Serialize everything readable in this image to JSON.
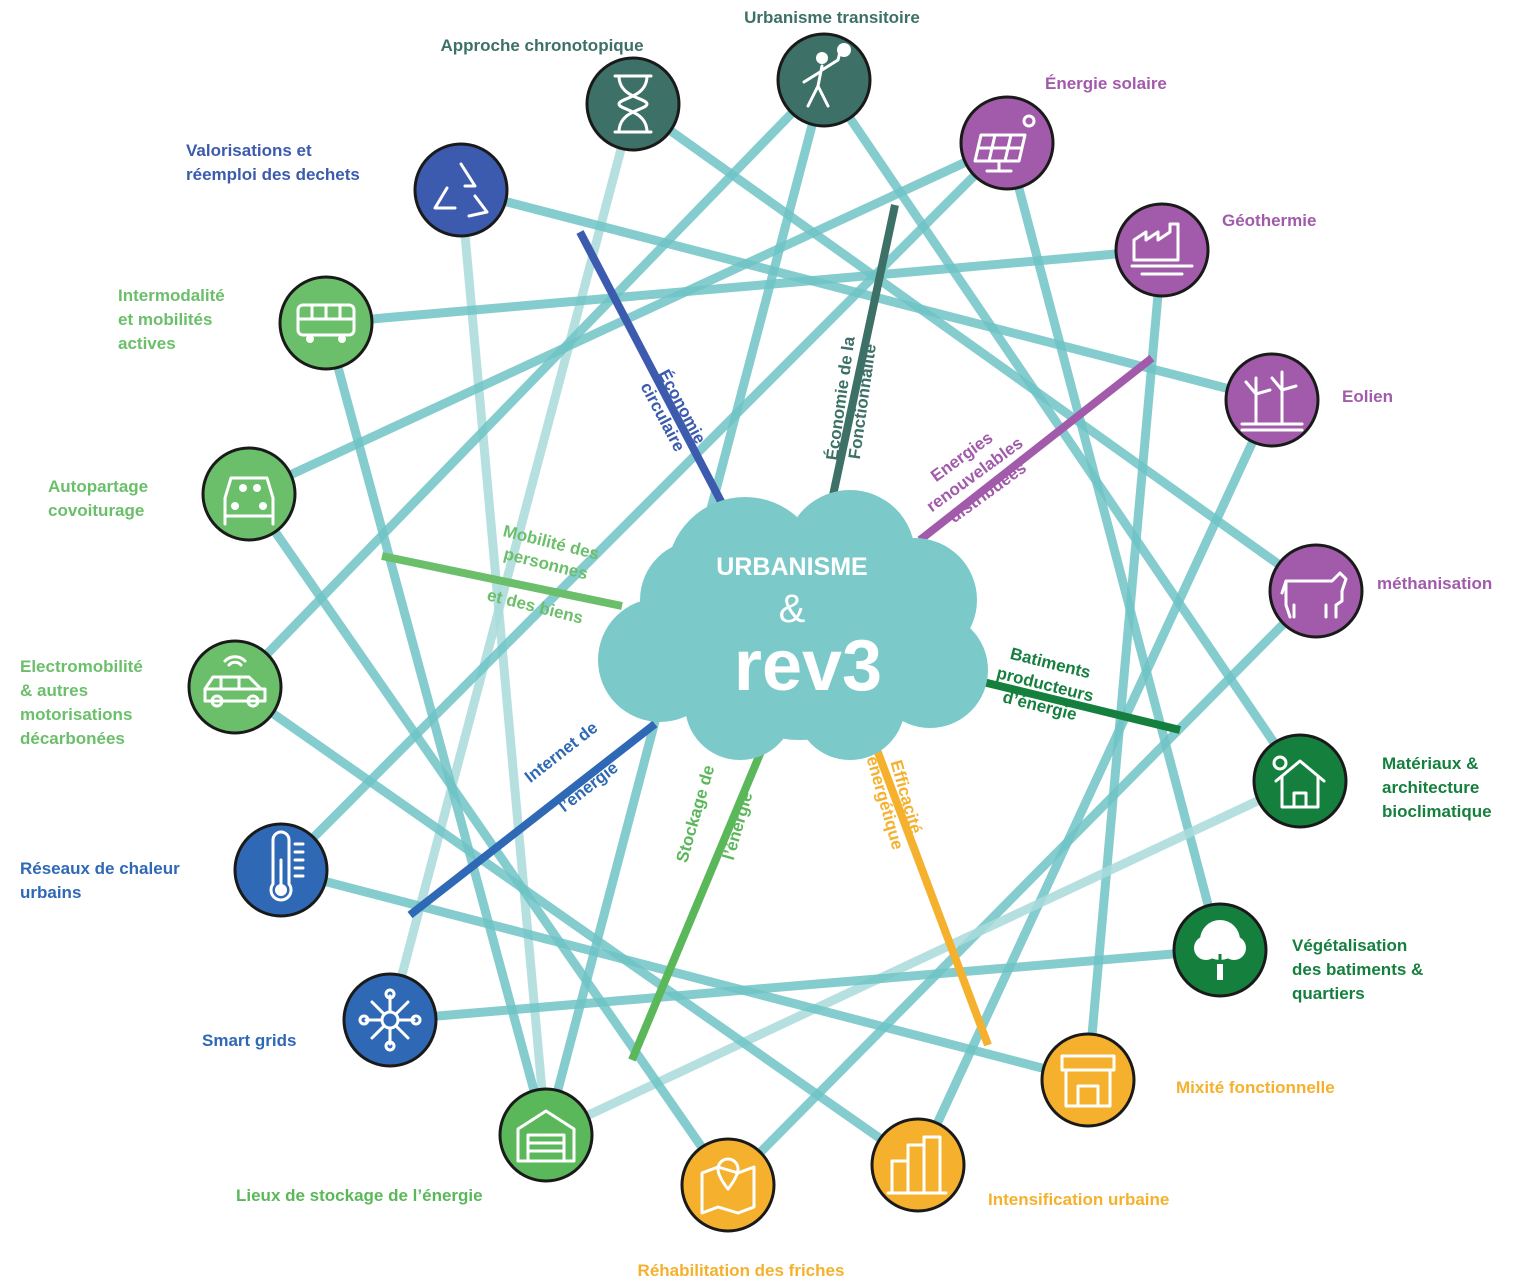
{
  "center": {
    "line1": "URBANISME",
    "line2": "&",
    "line3": "rev3",
    "cloud_color": "#7CC9CA"
  },
  "colors": {
    "connector": "#6EC3C6",
    "connector_light": "#A9DADB",
    "economy": "#3D7066",
    "economie_circulaire": "#3C5BAE",
    "energies": "#A15BAA",
    "batiments": "#157F3E",
    "efficacite": "#F5B12D",
    "stockage": "#5BB85A",
    "internet": "#2F69B5",
    "mobilite": "#6BBF6B"
  },
  "nodes": [
    {
      "id": "urbanisme-transitoire",
      "label": "Urbanisme transitoire",
      "color": "#3D7066",
      "icon": "walking-person-icon"
    },
    {
      "id": "approche-chronotopique",
      "label": "Approche chronotopique",
      "color": "#3D7066",
      "icon": "hourglass-icon"
    },
    {
      "id": "energie-solaire",
      "label": "Énergie solaire",
      "color": "#A15BAA",
      "icon": "solar-panel-icon"
    },
    {
      "id": "valorisations-dechets",
      "label": "Valorisations et\nréemploi des dechets",
      "color": "#3C5BAE",
      "icon": "recycle-icon"
    },
    {
      "id": "geothermie",
      "label": "Géothermie",
      "color": "#A15BAA",
      "icon": "geothermal-plant-icon"
    },
    {
      "id": "intermodalite",
      "label": "Intermodalité\net mobilités\nactives",
      "color": "#6BBF6B",
      "icon": "bus-icon"
    },
    {
      "id": "eolien",
      "label": "Eolien",
      "color": "#A15BAA",
      "icon": "wind-turbine-icon"
    },
    {
      "id": "autopartage",
      "label": "Autopartage\ncovoiturage",
      "color": "#6BBF6B",
      "icon": "car-front-icon"
    },
    {
      "id": "methanisation",
      "label": "méthanisation",
      "color": "#A15BAA",
      "icon": "cow-icon"
    },
    {
      "id": "electromobilite",
      "label": "Electromobilité\n& autres\nmotorisations\ndécarbonées",
      "color": "#6BBF6B",
      "icon": "electric-car-icon"
    },
    {
      "id": "materiaux",
      "label": "Matériaux &\narchitecture\nbioclimatique",
      "color": "#157F3E",
      "icon": "house-sun-icon"
    },
    {
      "id": "reseaux-chaleur",
      "label": "Réseaux de chaleur\nurbains",
      "color": "#2F69B5",
      "icon": "thermometer-icon"
    },
    {
      "id": "vegetalisation",
      "label": "Végétalisation\ndes batiments &\nquartiers",
      "color": "#157F3E",
      "icon": "tree-icon"
    },
    {
      "id": "smart-grids",
      "label": "Smart grids",
      "color": "#2F69B5",
      "icon": "network-hub-icon"
    },
    {
      "id": "mixite",
      "label": "Mixité fonctionnelle",
      "color": "#F5B12D",
      "icon": "shop-front-icon"
    },
    {
      "id": "lieux-stockage",
      "label": "Lieux de stockage de l’énergie",
      "color": "#5BB85A",
      "icon": "warehouse-icon"
    },
    {
      "id": "intensification",
      "label": "Intensification urbaine",
      "color": "#F5B12D",
      "icon": "city-buildings-icon"
    },
    {
      "id": "rehabilitation",
      "label": "Réhabilitation des friches",
      "color": "#F5B12D",
      "icon": "map-pin-icon"
    }
  ],
  "categories": [
    {
      "id": "economie-circulaire",
      "label": "Économie\ncirculaire",
      "color": "#3C5BAE"
    },
    {
      "id": "economie-fonctionnalite",
      "label": "Économie de la\nFonctionnalité",
      "color": "#3D7066"
    },
    {
      "id": "energies-renouvelables",
      "label": "Energies\nrenouvelables\ndistribuées",
      "color": "#A15BAA"
    },
    {
      "id": "mobilite",
      "label": "Mobilité des\npersonnes\n\net des biens",
      "color": "#6BBF6B"
    },
    {
      "id": "batiments",
      "label": "Batiments\nproducteurs\nd’énergie",
      "color": "#157F3E"
    },
    {
      "id": "internet-energie",
      "label": "Internet de\n\nl’énergie",
      "color": "#2F69B5"
    },
    {
      "id": "stockage",
      "label": "Stockage de\n\nl’énergie",
      "color": "#5BB85A"
    },
    {
      "id": "efficacite",
      "label": "Efficacité\nénergétique",
      "color": "#F5B12D"
    }
  ]
}
